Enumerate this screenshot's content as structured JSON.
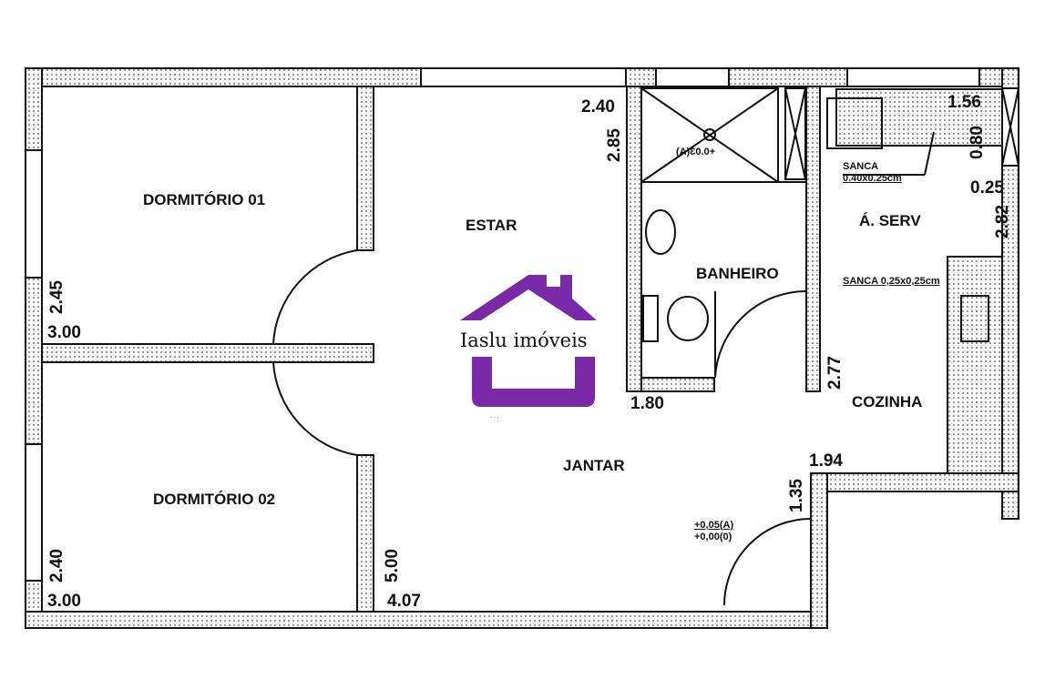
{
  "rooms": {
    "dorm1": "DORMITÓRIO 01",
    "dorm2": "DORMITÓRIO 02",
    "estar": "ESTAR",
    "jantar": "JANTAR",
    "banheiro": "BANHEIRO",
    "aserv": "Á. SERV",
    "cozinha": "COZINHA"
  },
  "dimensions": {
    "dorm1_w": "3.00",
    "dorm1_h": "2.45",
    "dorm2_w": "3.00",
    "dorm2_h": "2.40",
    "sala_w": "4.07",
    "sala_h": "5.00",
    "shower_w": "2.40",
    "shower_h": "2.85",
    "bath_w": "1.80",
    "bath_h": "2.77",
    "serv_w": "1.56",
    "serv_h": "0.80",
    "serv_d": "0.25",
    "kitchen_h": "2.82",
    "kitchen_w": "1.94",
    "entry_h": "1.35"
  },
  "notes": {
    "sanca1_a": "SANCA",
    "sanca1_b": "0.40x0.25cm",
    "sanca2": "SANCA 0,25x0,25cm",
    "level_bath": "+0.03(A)",
    "level_entry_a": "+0,05(A)",
    "level_entry_b": "+0,00(0)"
  },
  "logo": {
    "name": "Iaslu imóveis",
    "color": "#7a2aa8"
  },
  "colors": {
    "wall": "#cfcfcf",
    "line": "#111111"
  }
}
